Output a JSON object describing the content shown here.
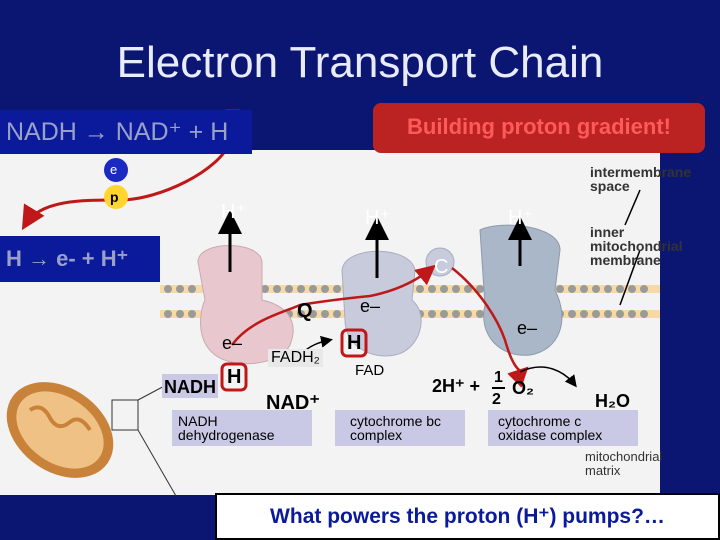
{
  "title": "Electron Transport Chain",
  "nadh_equation": "NADH → NAD⁺ + H",
  "badge": "Building proton gradient!",
  "h_equation": "H → e- + H⁺",
  "e_label": "e",
  "p_label": "p",
  "h_plus": "H⁺",
  "intermembrane": "intermembrane space",
  "inner_membrane": "inner mitochondrial membrane",
  "c_label": "C",
  "q_label": "Q",
  "e_minus": "e–",
  "fadh2": "FADH₂",
  "fad": "FAD",
  "h_label": "H",
  "nadh": "NADH",
  "nad_plus": "NAD⁺",
  "nadh_dehydrogenase": "NADH dehydrogenase",
  "cytochrome_bc": "cytochrome bc complex",
  "cytochrome_c": "cytochrome c oxidase complex",
  "reaction_left": "2H⁺ +",
  "half_num": "1",
  "half_den": "2",
  "o2": "O₂",
  "h2o": "H₂O",
  "matrix": "mitochondrial matrix",
  "question": "What powers the proton (H⁺) pumps?…",
  "colors": {
    "background": "#0a1672",
    "badge": "#bb2222",
    "arrow_red": "#c01818",
    "protein": "#e8c7cf"
  }
}
